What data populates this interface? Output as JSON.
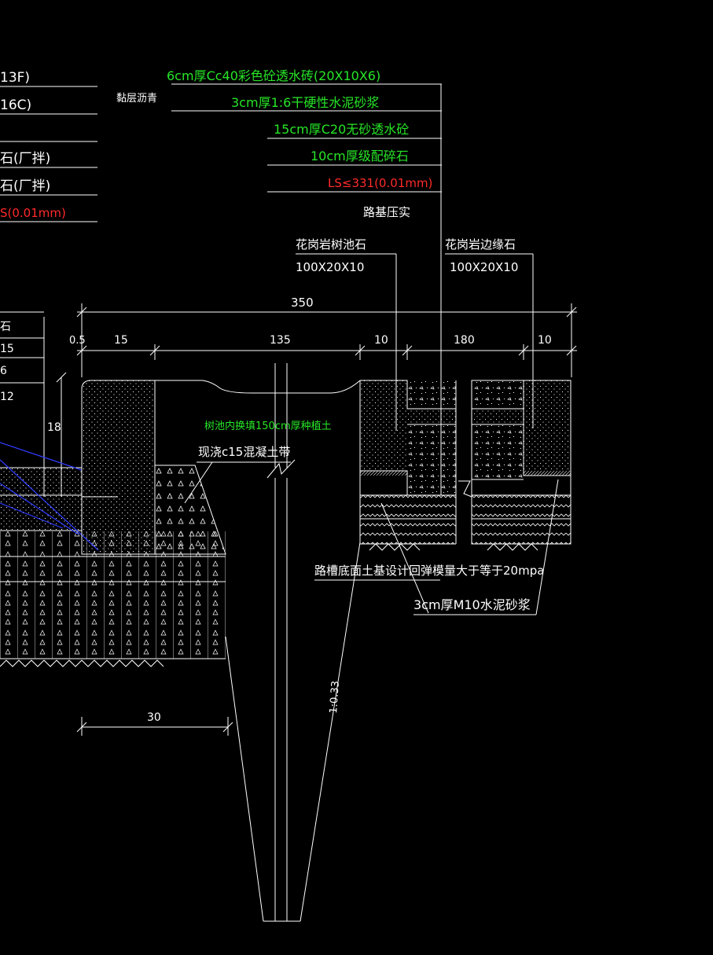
{
  "colors": {
    "background": "#000000",
    "line": "#ffffff",
    "green_text": "#27e627",
    "red_text": "#ff2a2a",
    "blue_line": "#2f3cff"
  },
  "left_labels": [
    "13F)",
    "16C)",
    "石(厂拌)",
    "石(厂拌)",
    "S(0.01mm)"
  ],
  "left_dims": [
    "石",
    "15",
    "6",
    "12"
  ],
  "tack_coat": "黏层沥青",
  "layers": {
    "l1": "6cm厚Cc40彩色砼透水砖(20X10X6)",
    "l2": "3cm厚1:6干硬性水泥砂浆",
    "l3": "15cm厚C20无砂透水砼",
    "l4": "10cm厚级配碎石",
    "l5": "LS≤331(0.01mm)",
    "subgrade": "路基压实"
  },
  "stones": {
    "tree_name": "花岗岩树池石",
    "tree_size": "100X20X10",
    "edge_name": "花岗岩边缘石",
    "edge_size": "100X20X10"
  },
  "dims": {
    "total": "350",
    "d05": "0.5",
    "d15": "15",
    "d135": "135",
    "d10a": "10",
    "d180": "180",
    "d10b": "10",
    "d18": "18",
    "d30": "30",
    "slope": "1:0.33"
  },
  "notes": {
    "soil": "树池内换填150cm厚种植土",
    "concrete": "现浇c15混凝土带",
    "modulus": "路槽底面土基设计回弹模量大于等于20mpa",
    "mortar": "3cm厚M10水泥砂浆"
  }
}
